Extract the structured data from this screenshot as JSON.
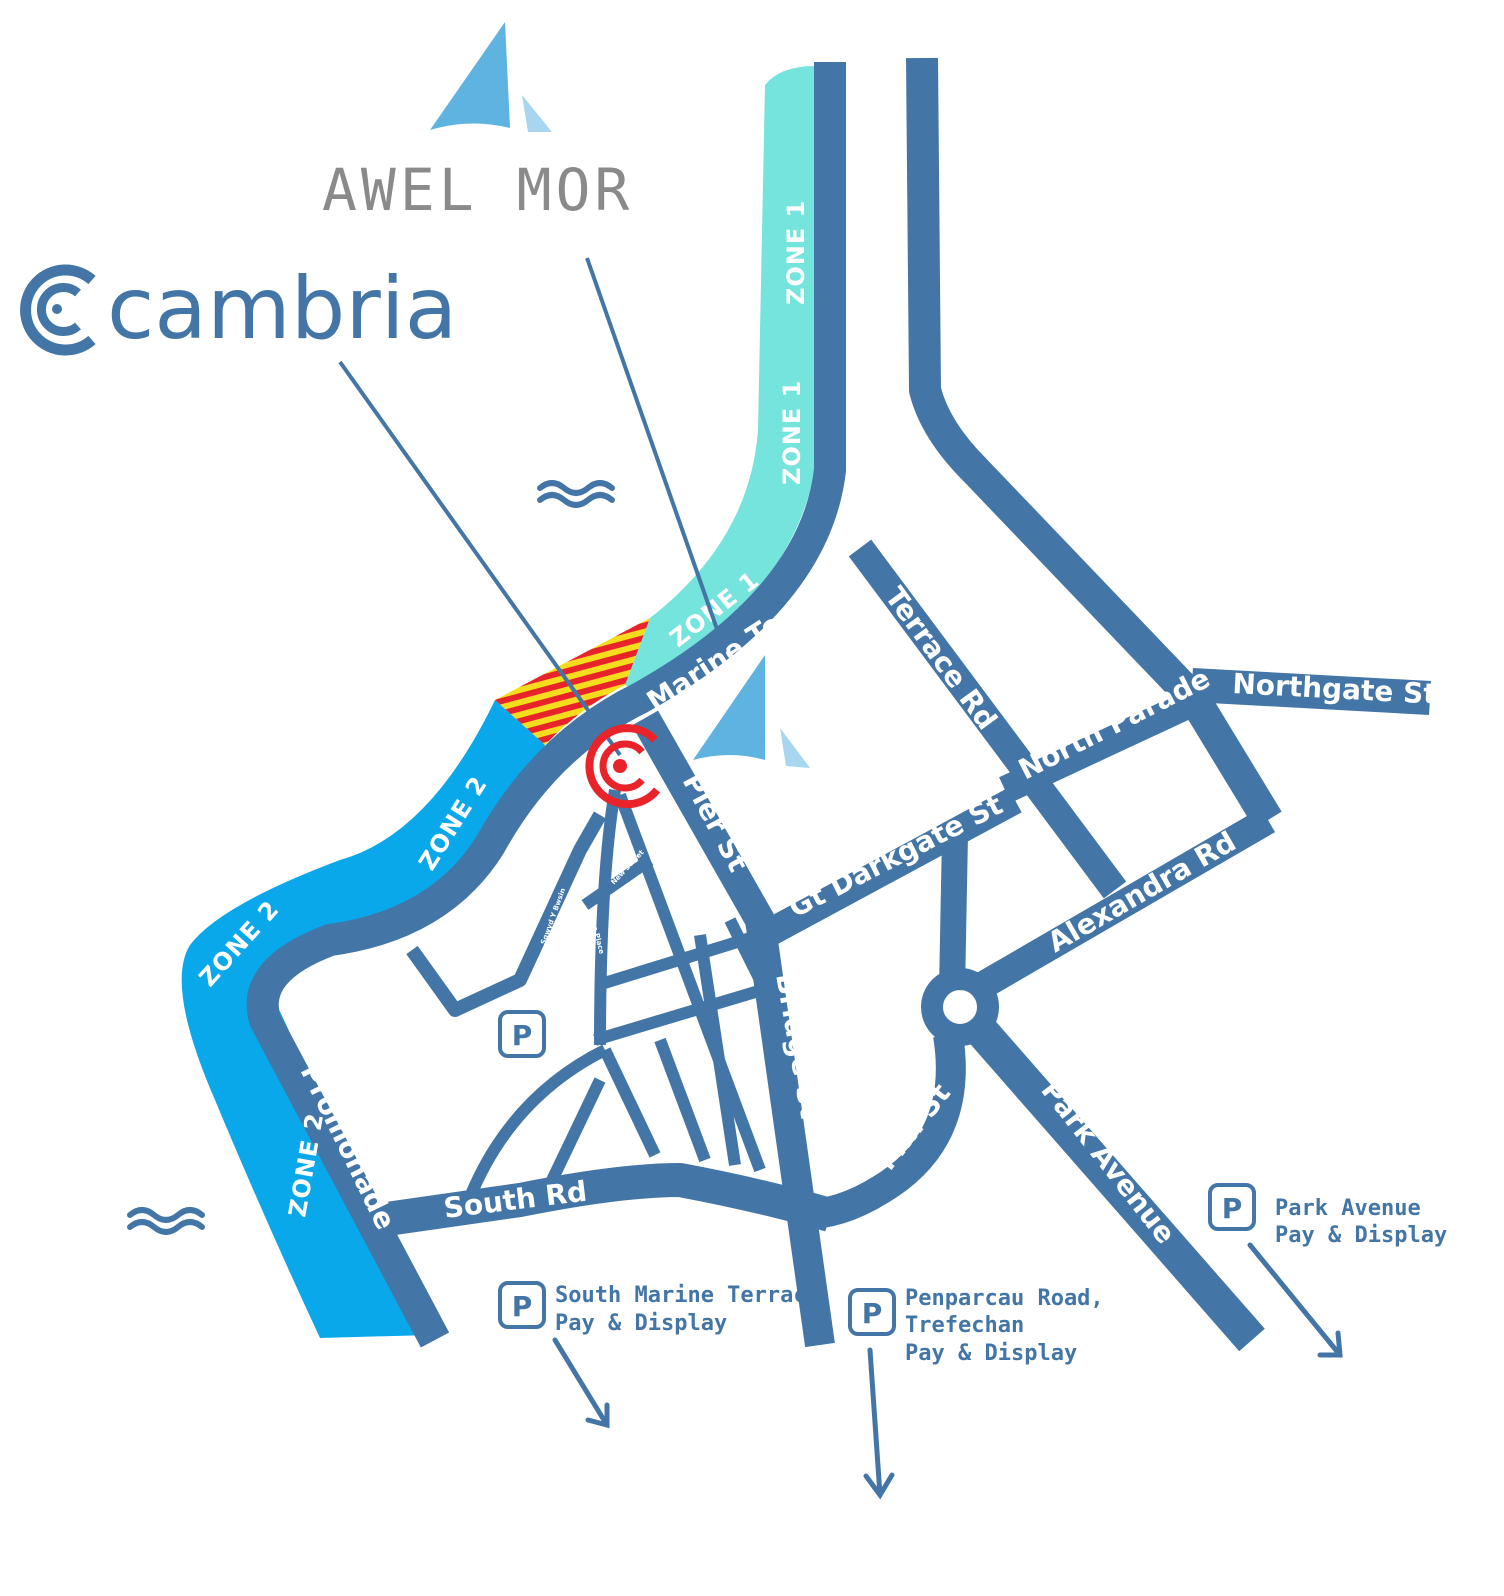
{
  "colors": {
    "road": "#4376a6",
    "zone1": "#74e4dc",
    "zone2": "#09a8ea",
    "marker": "#e8242a",
    "hatch_yellow": "#f5dd1e",
    "hatch_red": "#e8242a",
    "sail_dark": "#5fb3e0",
    "sail_light": "#a8d5ef",
    "awel_text": "#8a8a8a"
  },
  "logos": {
    "awel_mor": "AWEL MOR",
    "cambria": "cambria"
  },
  "zones": {
    "zone1_a": "ZONE 1",
    "zone1_b": "ZONE 1",
    "zone1_c": "ZONE 1",
    "zone2_a": "ZONE 2",
    "zone2_b": "ZONE 2",
    "zone2_c": "ZONE 2"
  },
  "roads": {
    "marine_terrace": "Marine Terrace",
    "terrace_rd": "Terrace Rd",
    "northgate_st": "Northgate St",
    "north_parade": "North Parade",
    "pier_st": "Pier St",
    "gt_darkgate_st": "Gt Darkgate St",
    "alexandra_rd": "Alexandra Rd",
    "bridge_st": "Bridge St",
    "promonade": "Promonade",
    "south_rd": "South Rd",
    "mill_st": "Mill St",
    "park_avenue": "Park Avenue",
    "new_street": "New Street",
    "sgwar_y_bwsin": "Sgwyd Y Bwsin",
    "laura_place": "Laura Place"
  },
  "parking": {
    "symbol": "P",
    "south_marine": [
      "South Marine Terrace",
      "Pay & Display"
    ],
    "penparcau": [
      "Penparcau Road,",
      "Trefechan",
      "Pay & Display"
    ],
    "park_avenue": [
      "Park Avenue",
      "Pay & Display"
    ]
  },
  "icons": [
    "sail-logo-icon",
    "cambria-logo-icon",
    "location-marker-icon",
    "water-wave-icon",
    "parking-icon",
    "direction-arrow-icon"
  ]
}
